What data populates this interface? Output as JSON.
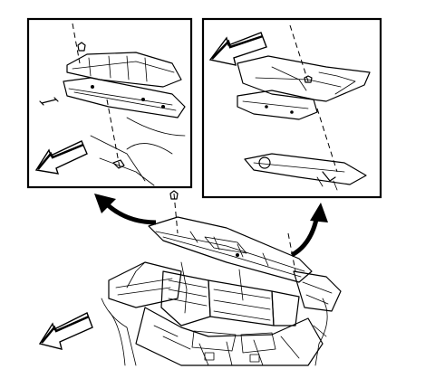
{
  "diagram": {
    "panels": [
      {
        "id": "left-detail",
        "content": "cowl-panel-detail"
      },
      {
        "id": "right-detail",
        "content": "grille-panel-detail"
      }
    ],
    "arrows": [
      "direction-arrow-left",
      "direction-arrow-left",
      "direction-arrow-left"
    ],
    "callout_arrows": [
      "curved-arrow-to-left-detail",
      "curved-arrow-to-right-detail"
    ],
    "colors": {
      "line": "#000000",
      "background": "#ffffff"
    }
  }
}
